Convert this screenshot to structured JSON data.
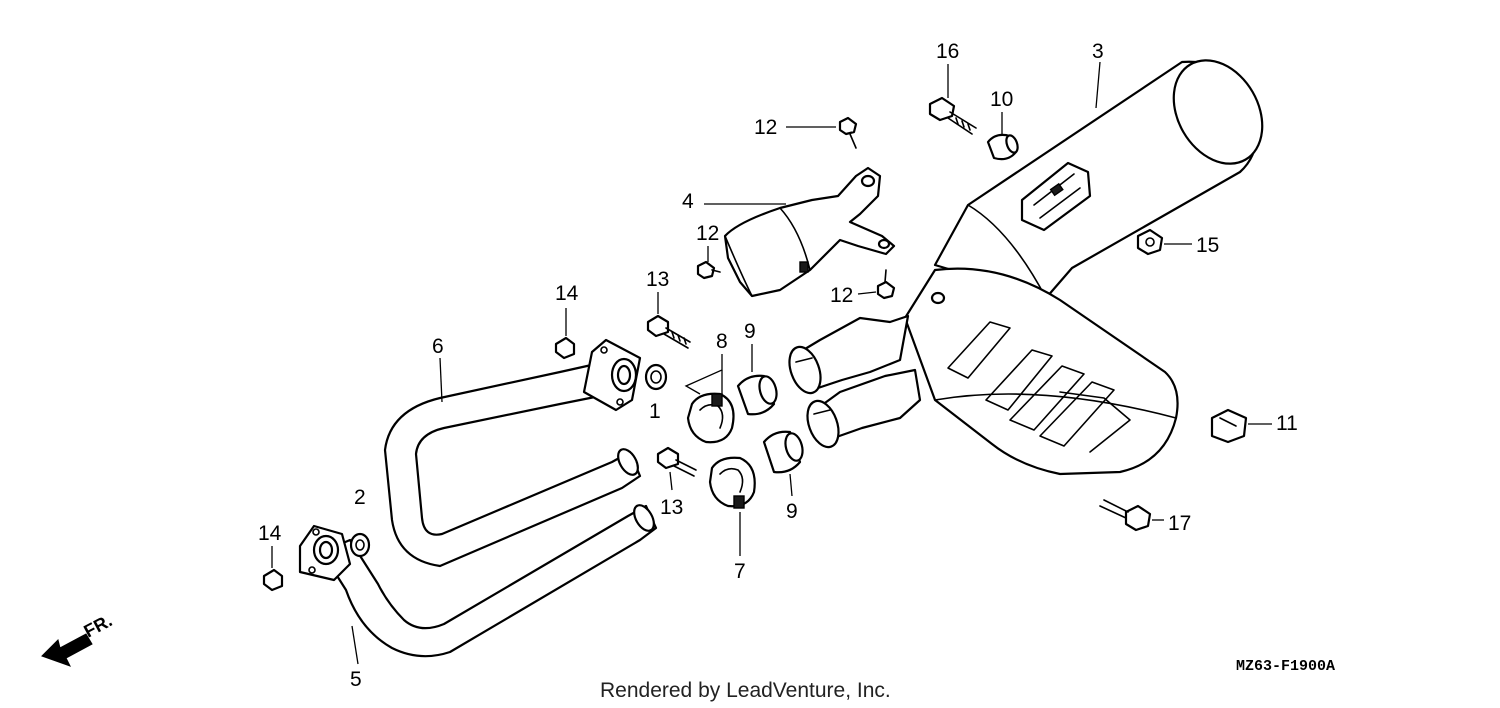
{
  "diagram": {
    "callouts": {
      "c1": "1",
      "c2": "2",
      "c3": "3",
      "c4": "4",
      "c5": "5",
      "c6": "6",
      "c7": "7",
      "c8": "8",
      "c9a": "9",
      "c9b": "9",
      "c10": "10",
      "c11": "11",
      "c12a": "12",
      "c12b": "12",
      "c12c": "12",
      "c13a": "13",
      "c13b": "13",
      "c14a": "14",
      "c14b": "14",
      "c15": "15",
      "c16": "16",
      "c17": "17"
    },
    "front_label": "FR.",
    "diagram_code": "MZ63-F1900A",
    "credit": "Rendered by LeadVenture, Inc."
  }
}
